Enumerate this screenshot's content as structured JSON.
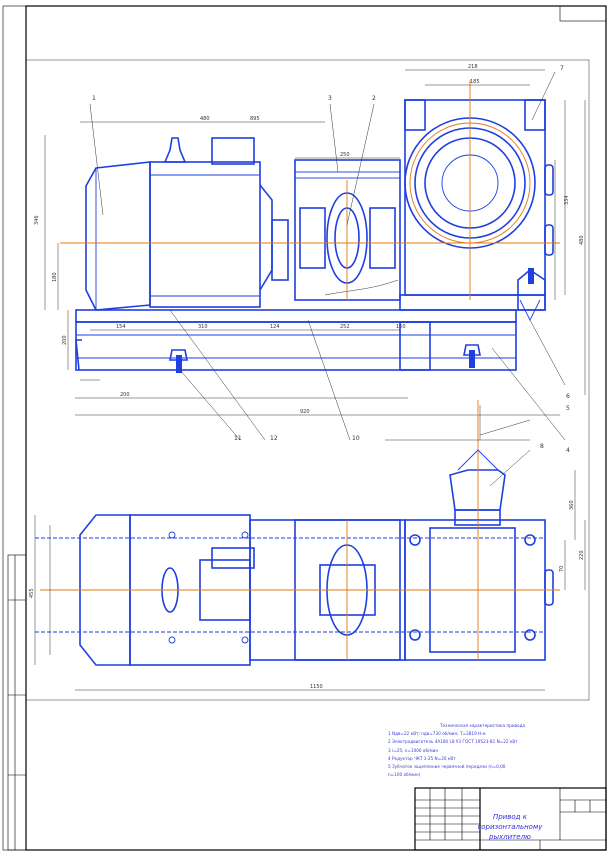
{
  "sheet": {
    "line_color": "#1f3fe0",
    "frame_color": "#000000",
    "axis_color": "#e07a10",
    "dim_color": "#333333",
    "accent_color": "#2d2de0"
  },
  "callouts": {
    "top": [
      "1",
      "3",
      "2",
      "7"
    ],
    "right": [
      "6",
      "5",
      "4"
    ],
    "bottom": [
      "11",
      "12",
      "10"
    ],
    "cone": [
      "8"
    ]
  },
  "dimensions": {
    "top_view": {
      "overall_length": "895",
      "motor_length": "480",
      "coupling_width": "250",
      "gearbox_width": "218",
      "gearbox_inner": "185",
      "height_left": "346",
      "shaft_height": "180",
      "base_height": "200",
      "base_pitches": [
        "154",
        "310",
        "124",
        "252",
        "150"
      ],
      "base_length": "920",
      "left_offset": "200",
      "right_height_1": "334",
      "right_height_2": "480"
    },
    "plan_view": {
      "overall_length": "1150",
      "width": "455",
      "right_heights": [
        "360",
        "220",
        "70"
      ]
    }
  },
  "notes": {
    "heading": "Техническая характеристика привода",
    "lines": [
      "1 Nдв=22 кВт; nдв=730 об/мин; Т=2819 Н·м",
      "2 Электродвигатель 4А180 L8 У3 ГОСТ 19523-81 N=22 кВт",
      "3 i=25; n=1000 об/мин",
      "4 Редуктор ЧКТ 1-25 N=20 кВт",
      "5 Зубчатое зацепление червячной передачи (n=0,00",
      "  n=100 об/мин)"
    ]
  },
  "title_block": {
    "name": "Привод к горизонтальному рыхлителю"
  }
}
